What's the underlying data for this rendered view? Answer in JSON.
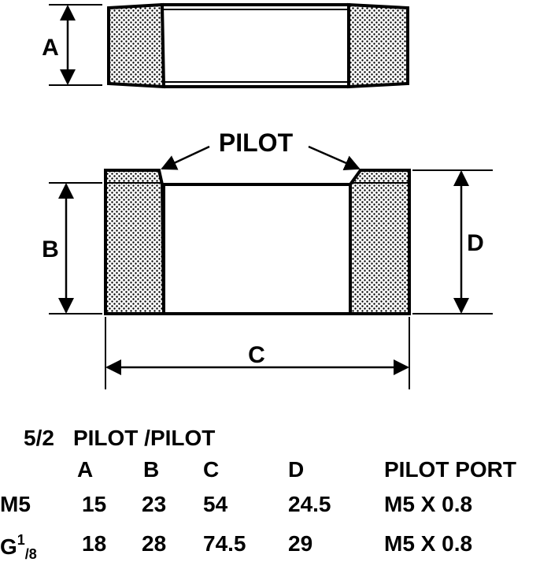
{
  "diagram": {
    "callout_label": "PILOT",
    "dimension_labels": {
      "a": "A",
      "b": "B",
      "c": "C",
      "d": "D"
    }
  },
  "spec_table": {
    "title_ratio": "5/2",
    "title_text": "PILOT /PILOT",
    "headers": [
      "A",
      "B",
      "C",
      "D",
      "PILOT PORT"
    ],
    "rows": [
      {
        "thread": "M5",
        "thread_sup": "",
        "thread_sub": "",
        "values": [
          "15",
          "23",
          "54",
          "24.5",
          "M5 X 0.8"
        ]
      },
      {
        "thread": "G",
        "thread_sup": "1",
        "thread_sub": "/8",
        "values": [
          "18",
          "28",
          "74.5",
          "29",
          "M5 X 0.8"
        ]
      }
    ]
  },
  "colors": {
    "ink": "#000000",
    "paper": "#ffffff",
    "stipple": "#000000"
  }
}
